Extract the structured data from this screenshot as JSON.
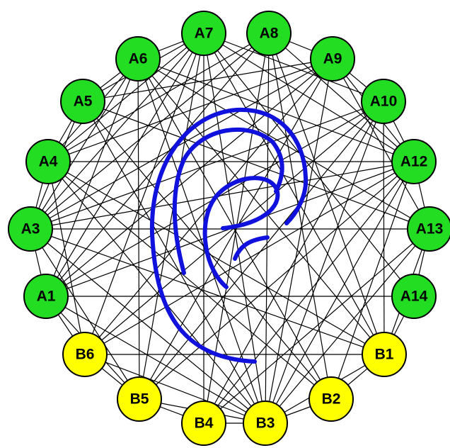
{
  "colors": {
    "group_a": "#22dd22",
    "group_b": "#ffff00",
    "edge": "#000000",
    "curve": "#1111dd"
  },
  "nodes": [
    {
      "id": "A1",
      "label": "A1",
      "group": "a"
    },
    {
      "id": "A3",
      "label": "A3",
      "group": "a"
    },
    {
      "id": "A4",
      "label": "A4",
      "group": "a"
    },
    {
      "id": "A5",
      "label": "A5",
      "group": "a"
    },
    {
      "id": "A6",
      "label": "A6",
      "group": "a"
    },
    {
      "id": "A7",
      "label": "A7",
      "group": "a"
    },
    {
      "id": "A8",
      "label": "A8",
      "group": "a"
    },
    {
      "id": "A9",
      "label": "A9",
      "group": "a"
    },
    {
      "id": "A10",
      "label": "A10",
      "group": "a"
    },
    {
      "id": "A12",
      "label": "A12",
      "group": "a"
    },
    {
      "id": "A13",
      "label": "A13",
      "group": "a"
    },
    {
      "id": "A14",
      "label": "A14",
      "group": "a"
    },
    {
      "id": "B1",
      "label": "B1",
      "group": "b"
    },
    {
      "id": "B2",
      "label": "B2",
      "group": "b"
    },
    {
      "id": "B3",
      "label": "B3",
      "group": "b"
    },
    {
      "id": "B4",
      "label": "B4",
      "group": "b"
    },
    {
      "id": "B5",
      "label": "B5",
      "group": "b"
    },
    {
      "id": "B6",
      "label": "B6",
      "group": "b"
    }
  ],
  "edges": [
    [
      "A7",
      "A1"
    ],
    [
      "A7",
      "A3"
    ],
    [
      "A7",
      "A4"
    ],
    [
      "A7",
      "A5"
    ],
    [
      "A7",
      "A6"
    ],
    [
      "A7",
      "A10"
    ],
    [
      "A7",
      "A12"
    ],
    [
      "A7",
      "A14"
    ],
    [
      "A7",
      "B1"
    ],
    [
      "A7",
      "B3"
    ],
    [
      "A7",
      "B4"
    ],
    [
      "A7",
      "B5"
    ],
    [
      "A7",
      "B6"
    ],
    [
      "A6",
      "A1"
    ],
    [
      "A6",
      "A3"
    ],
    [
      "A6",
      "A4"
    ],
    [
      "A6",
      "A5"
    ],
    [
      "A6",
      "A12"
    ],
    [
      "A6",
      "A13"
    ],
    [
      "A6",
      "B1"
    ],
    [
      "A6",
      "B2"
    ],
    [
      "A6",
      "B3"
    ],
    [
      "A6",
      "B5"
    ],
    [
      "A5",
      "A3"
    ],
    [
      "A5",
      "A4"
    ],
    [
      "A5",
      "A9"
    ],
    [
      "A5",
      "A13"
    ],
    [
      "A5",
      "B2"
    ],
    [
      "A5",
      "B3"
    ],
    [
      "A4",
      "A3"
    ],
    [
      "A4",
      "A8"
    ],
    [
      "A4",
      "A9"
    ],
    [
      "A4",
      "A12"
    ],
    [
      "A4",
      "B1"
    ],
    [
      "A4",
      "B2"
    ],
    [
      "A4",
      "B3"
    ],
    [
      "A4",
      "B6"
    ],
    [
      "A3",
      "A1"
    ],
    [
      "A3",
      "A8"
    ],
    [
      "A3",
      "A9"
    ],
    [
      "A3",
      "A10"
    ],
    [
      "A3",
      "A12"
    ],
    [
      "A3",
      "A13"
    ],
    [
      "A3",
      "B1"
    ],
    [
      "A3",
      "B3"
    ],
    [
      "A3",
      "B5"
    ],
    [
      "A1",
      "A8"
    ],
    [
      "A1",
      "A9"
    ],
    [
      "A1",
      "A10"
    ],
    [
      "A1",
      "A12"
    ],
    [
      "A1",
      "A14"
    ],
    [
      "A1",
      "B3"
    ],
    [
      "A1",
      "B5"
    ],
    [
      "A1",
      "B6"
    ],
    [
      "B6",
      "A9"
    ],
    [
      "B6",
      "A10"
    ],
    [
      "B6",
      "A12"
    ],
    [
      "B6",
      "B1"
    ],
    [
      "B6",
      "B3"
    ],
    [
      "B6",
      "B5"
    ],
    [
      "B5",
      "A9"
    ],
    [
      "B5",
      "A10"
    ],
    [
      "B5",
      "A12"
    ],
    [
      "B5",
      "B3"
    ],
    [
      "B5",
      "B4"
    ],
    [
      "B4",
      "A8"
    ],
    [
      "B4",
      "A10"
    ],
    [
      "B4",
      "A12"
    ],
    [
      "B4",
      "A13"
    ],
    [
      "B4",
      "B3"
    ],
    [
      "B3",
      "A8"
    ],
    [
      "B3",
      "A9"
    ],
    [
      "B3",
      "A10"
    ],
    [
      "B3",
      "A12"
    ],
    [
      "B3",
      "A13"
    ],
    [
      "B3",
      "B1"
    ],
    [
      "B3",
      "B2"
    ],
    [
      "B2",
      "A8"
    ],
    [
      "B2",
      "A12"
    ],
    [
      "B2",
      "B1"
    ],
    [
      "B1",
      "A8"
    ],
    [
      "B1",
      "A10"
    ],
    [
      "B1",
      "A13"
    ],
    [
      "B1",
      "A14"
    ],
    [
      "A8",
      "A9"
    ],
    [
      "A8",
      "A12"
    ],
    [
      "A9",
      "A10"
    ],
    [
      "A9",
      "A12"
    ],
    [
      "A9",
      "A13"
    ],
    [
      "A10",
      "A12"
    ],
    [
      "A12",
      "A13"
    ],
    [
      "A13",
      "A14"
    ]
  ]
}
